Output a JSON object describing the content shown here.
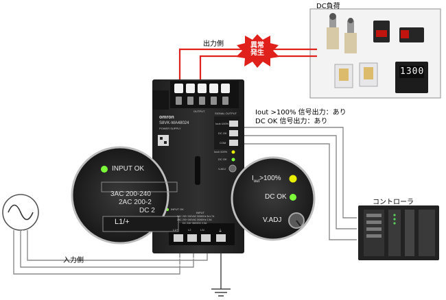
{
  "labels": {
    "dc_load": "DC負荷",
    "output_side": "出力側",
    "fault_line1": "異常",
    "fault_line2": "発生",
    "signal_line1": "Iout >100% 信号出力：あり",
    "signal_line2": "DC OK 信号出力：あり",
    "controller": "コントローラ",
    "input_side": "入力側"
  },
  "device": {
    "brand": "omron",
    "model": "S8VK-WA48024",
    "subtitle": "POWER SUPPLY",
    "top_label": "OUTPUT",
    "signal_header": "SIGNAL OUTPUT",
    "signal_terminals": [
      "Iout>100%",
      "DC OK",
      "COM"
    ],
    "led_iout": "Iout>100%",
    "led_dcok": "DC OK",
    "vadj": "V.ADJ",
    "input_ok": "INPUT OK",
    "input_label": "INPUT",
    "input_spec_1": "3AC 200~240VAC 50/60Hz 3x1.7A",
    "input_spec_2": "2AC 200~240VAC 50/60Hz 2.5A",
    "input_spec_3": "DC 240~360VDC 2.0A",
    "bottom_terminals": [
      "L1/+",
      "L2",
      "L3/-",
      "⏚"
    ]
  },
  "zoom_left": {
    "input_ok": "INPUT OK",
    "spec_1": "3AC 200-240",
    "spec_2": "2AC 200-2",
    "spec_3": "DC 2",
    "terminal": "L1/+"
  },
  "zoom_right": {
    "iout_main": "I",
    "iout_sub": "out",
    "iout_rest": ">100%",
    "dcok": "DC OK",
    "vadj": "V.ADJ"
  },
  "controller_display": "1300",
  "colors": {
    "output_wire": "#e0201a",
    "fault_burst": "#e0201a",
    "led_green": "#7cff3a",
    "led_yellow": "#e8f000",
    "housing": "#2a2a2a"
  }
}
